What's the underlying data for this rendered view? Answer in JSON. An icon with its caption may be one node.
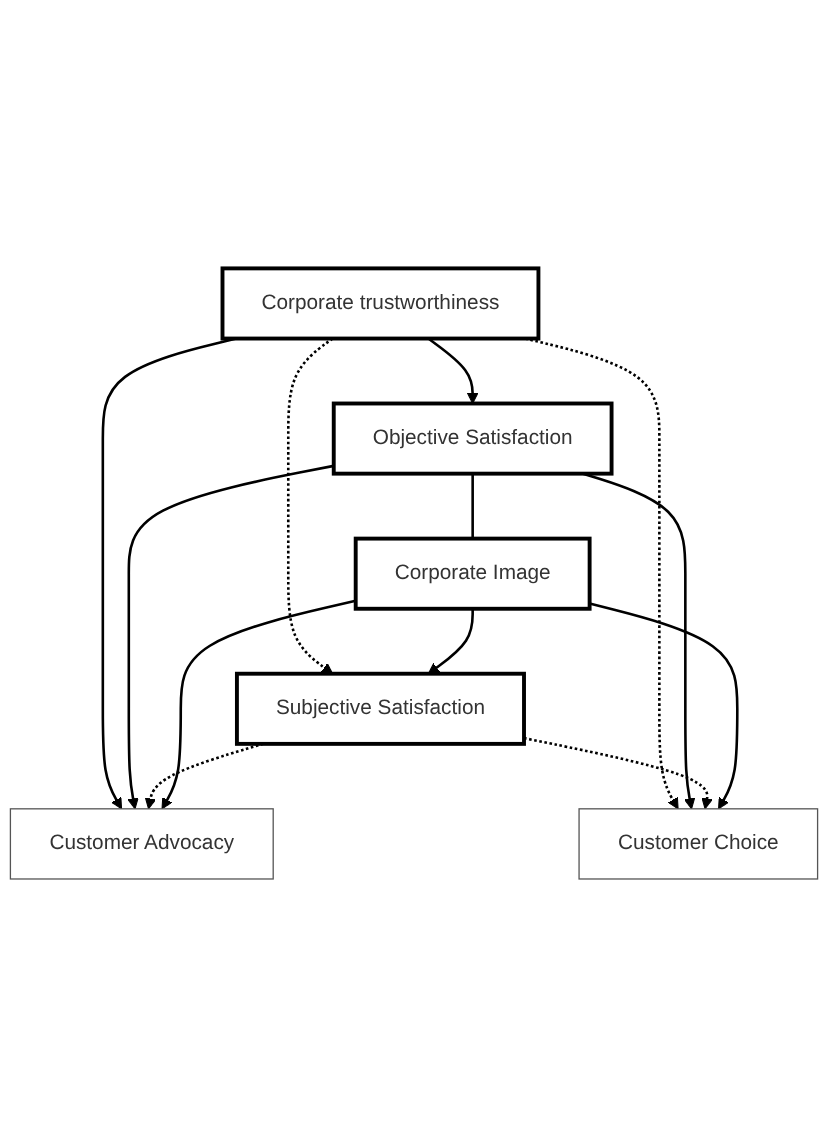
{
  "diagram": {
    "nodes": [
      {
        "text": [
          "Corporate trustworthiness"
        ]
      },
      {
        "text": [
          "Objective Satisfaction"
        ]
      },
      {
        "text": [
          "Customer Advocacy"
        ]
      },
      {
        "text": [
          "Subjective Satisfaction"
        ]
      },
      {
        "text": [
          "Customer Choice"
        ]
      },
      {
        "text": [
          "Corporate Image"
        ]
      }
    ],
    "edges": [
      {
        "from": 0,
        "to": 1,
        "arrow": "to"
      },
      {
        "from": 0,
        "to": 3,
        "arrow": "to",
        "style": "dashed"
      },
      {
        "from": 0,
        "to": 4,
        "arrow": "to",
        "style": "dashed"
      },
      {
        "from": 0,
        "to": 2,
        "arrow": "to"
      },
      {
        "from": 1,
        "to": 2,
        "arrow": "to"
      },
      {
        "from": 1,
        "to": 4,
        "arrow": "to"
      },
      {
        "from": 1,
        "to": 5,
        "arrow": "none"
      },
      {
        "from": 3,
        "to": 2,
        "arrow": "to",
        "style": "dashed"
      },
      {
        "from": 3,
        "to": 4,
        "arrow": "to",
        "style": "dashed"
      },
      {
        "from": 5,
        "to": 3,
        "arrow": "to"
      },
      {
        "from": 5,
        "to": 2,
        "arrow": "to"
      },
      {
        "from": 5,
        "to": 4,
        "arrow": "to"
      }
    ]
  }
}
